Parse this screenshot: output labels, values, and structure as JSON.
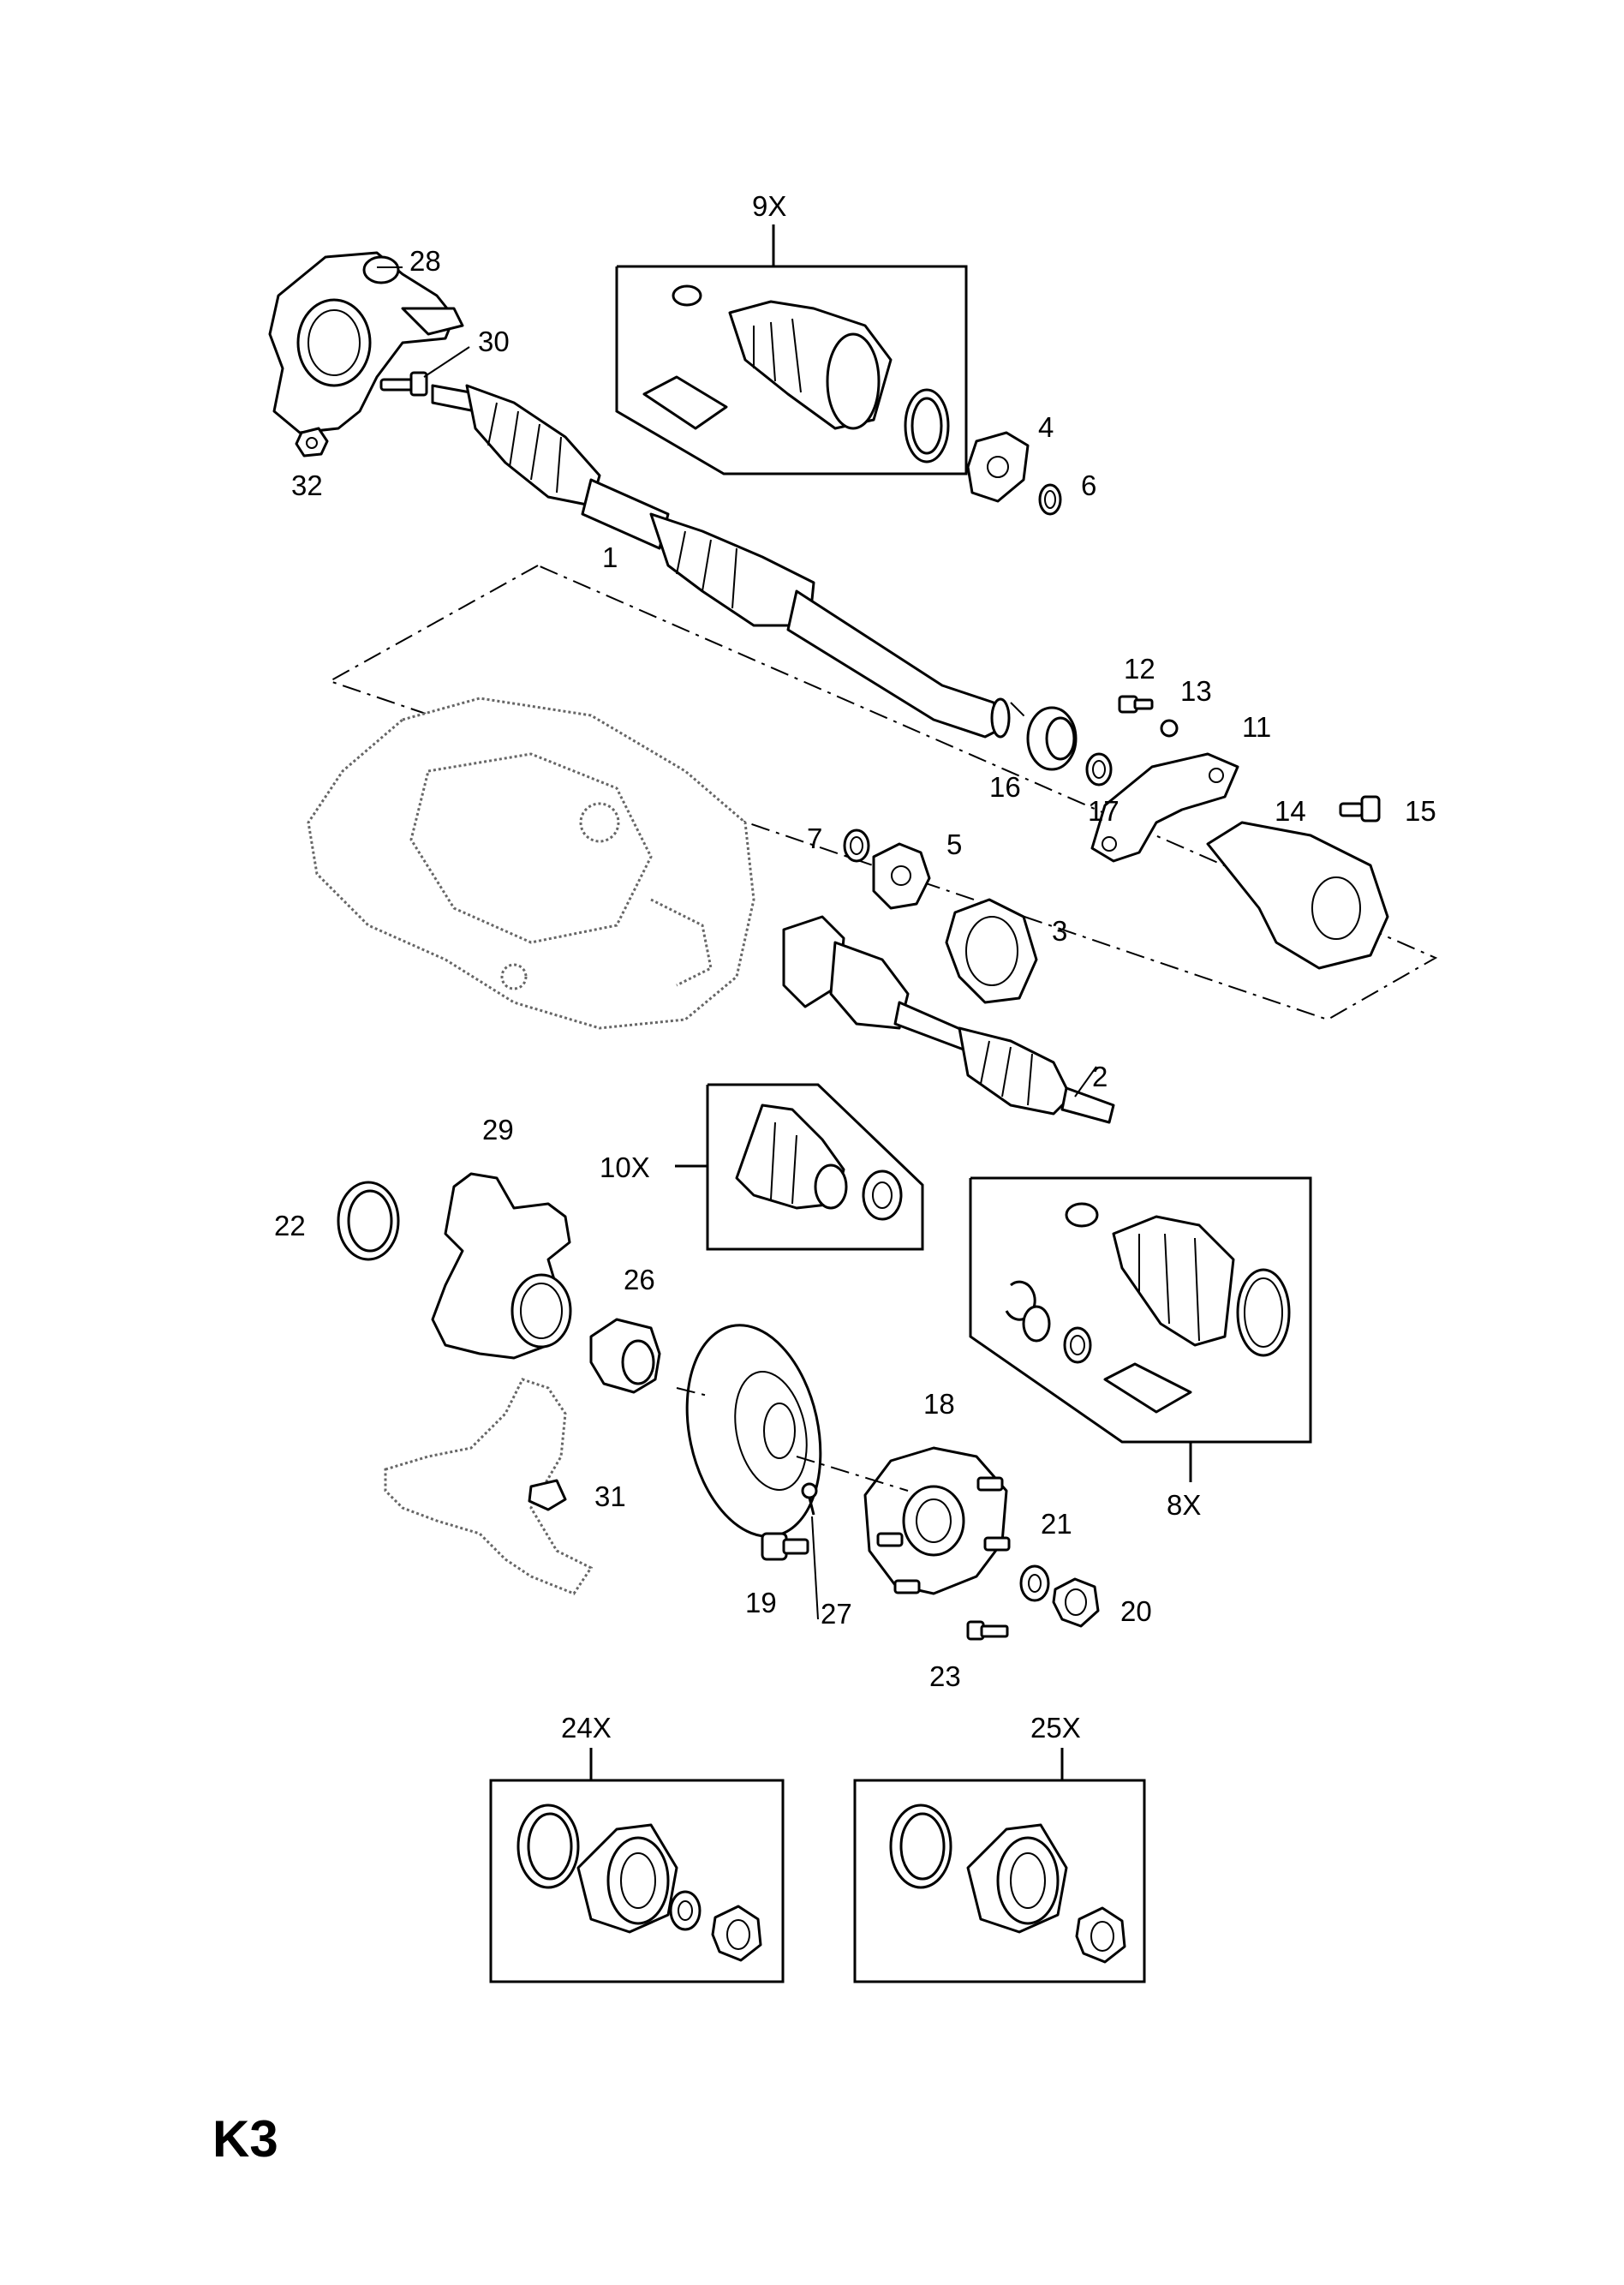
{
  "page_code": "K3",
  "callouts": {
    "c1": "1",
    "c2": "2",
    "c3": "3",
    "c4": "4",
    "c5": "5",
    "c6": "6",
    "c7": "7",
    "c8x": "8X",
    "c9x": "9X",
    "c10x": "10X",
    "c11": "11",
    "c12": "12",
    "c13": "13",
    "c14": "14",
    "c15": "15",
    "c16": "16",
    "c17": "17",
    "c18": "18",
    "c19": "19",
    "c20": "20",
    "c21": "21",
    "c22": "22",
    "c23": "23",
    "c24x": "24X",
    "c25x": "25X",
    "c26": "26",
    "c27": "27",
    "c28": "28",
    "c29": "29",
    "c30": "30",
    "c31": "31",
    "c32": "32"
  }
}
